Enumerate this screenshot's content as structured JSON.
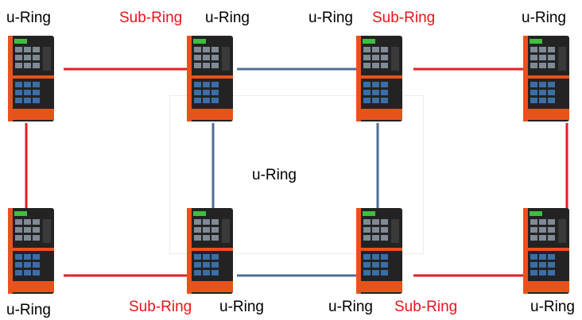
{
  "colors": {
    "ring_red": "#e31e24",
    "ring_blue": "#4f6f96",
    "subring_text": "#e8141b",
    "label_text": "#000000",
    "switch_body": "#232323",
    "switch_accent": "#e8531c",
    "port_fill": "#7f8a96",
    "port_blue": "#3a6ea8"
  },
  "labels": {
    "top_left_uring": "u-Ring",
    "top_subring_1": "Sub-Ring",
    "top_uring_2": "u-Ring",
    "top_uring_3": "u-Ring",
    "top_subring_2": "Sub-Ring",
    "top_right_uring": "u-Ring",
    "center_uring": "u-Ring",
    "bottom_left_uring": "u-Ring",
    "bottom_subring_1": "Sub-Ring",
    "bottom_uring_2": "u-Ring",
    "bottom_uring_3": "u-Ring",
    "bottom_subring_2": "Sub-Ring",
    "bottom_right_uring": "u-Ring"
  },
  "devices": {
    "icon": "industrial-ethernet-switch-icon",
    "count": 8
  }
}
